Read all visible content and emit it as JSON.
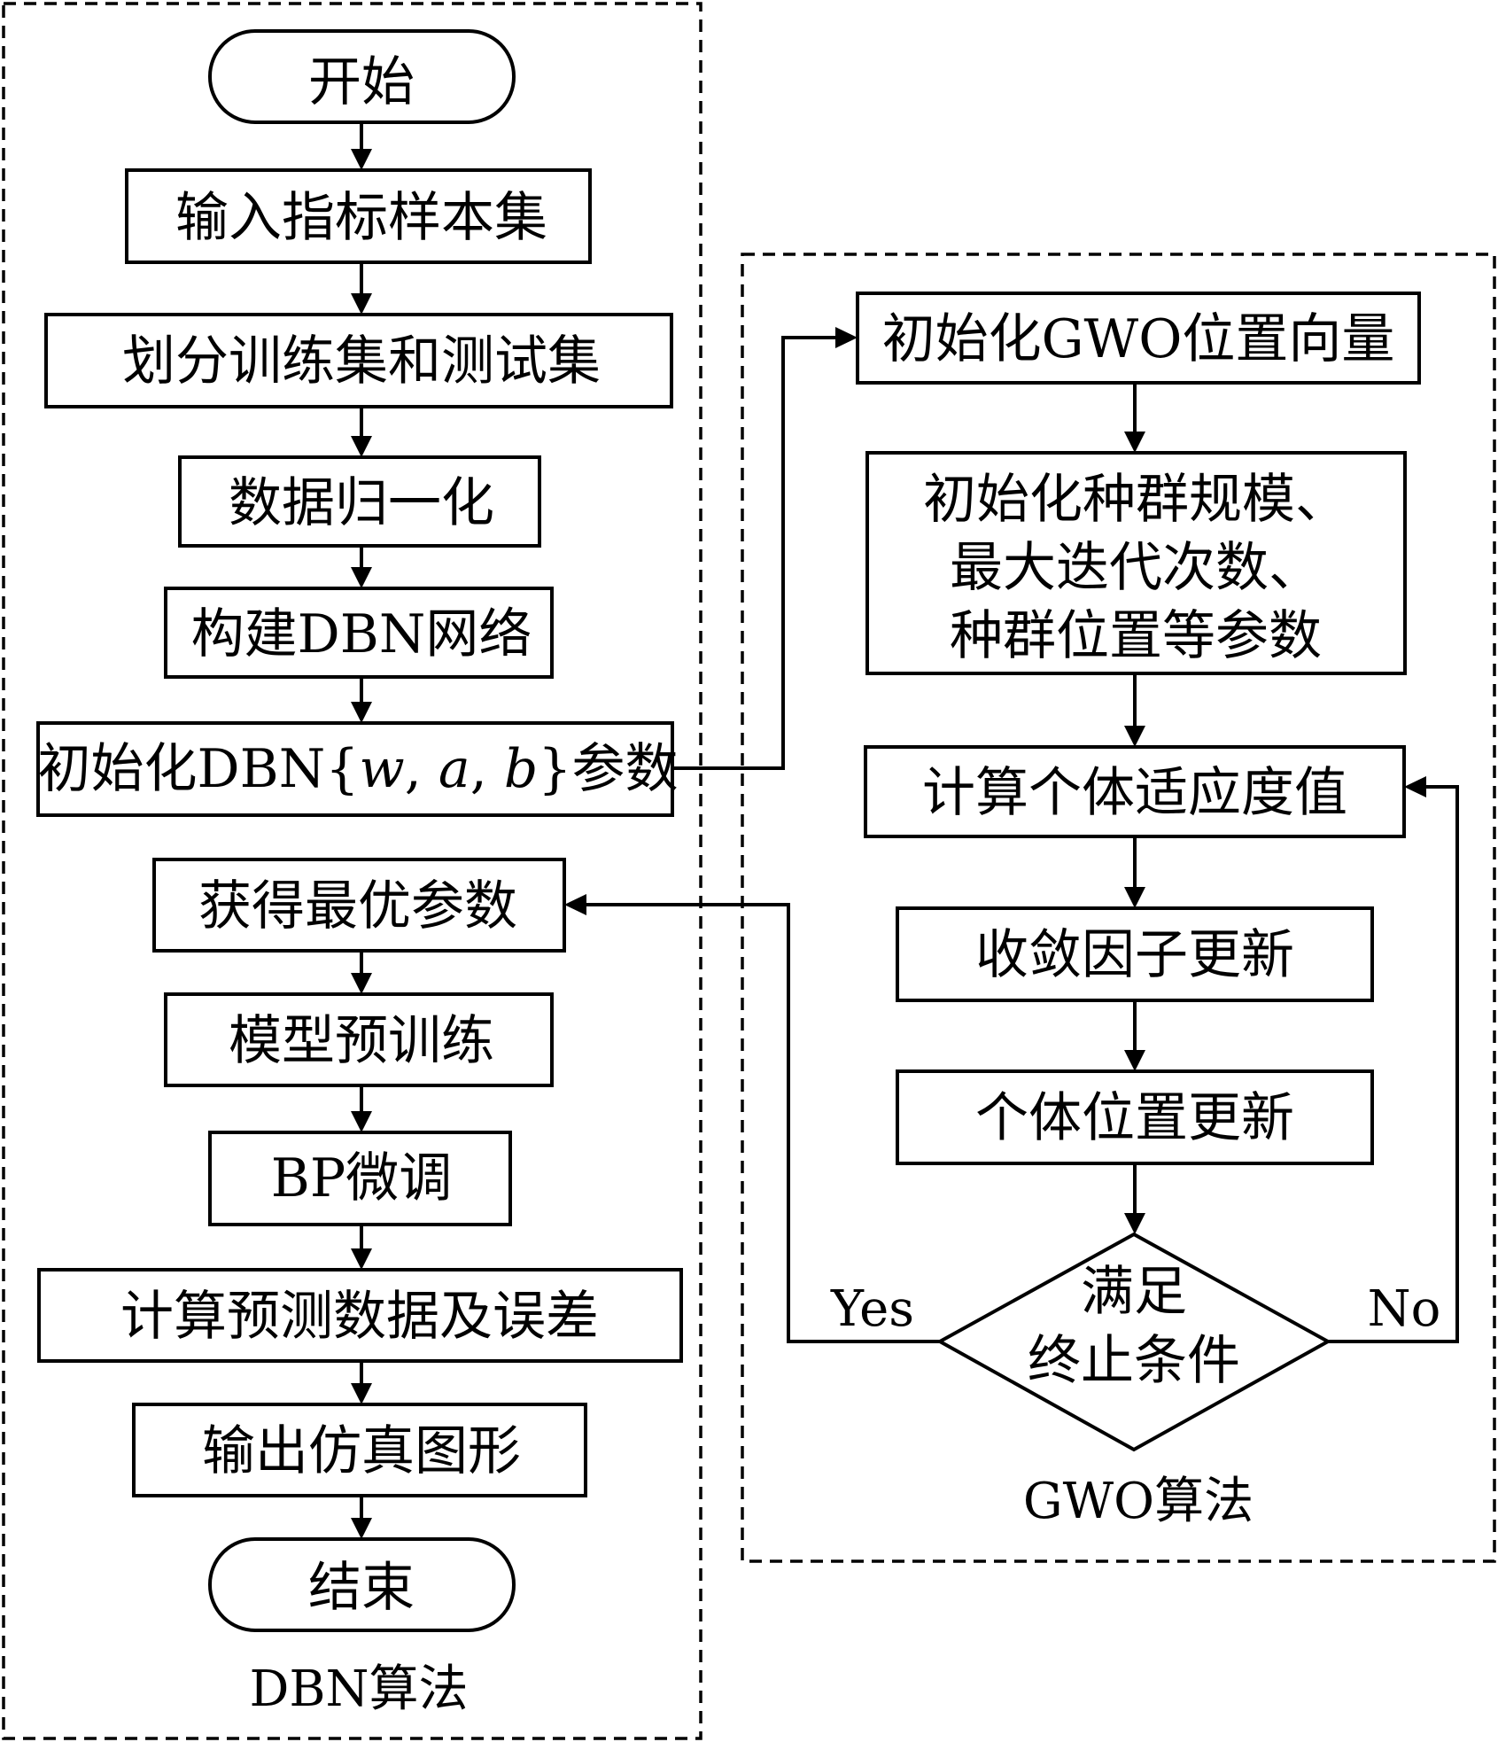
{
  "dbn": {
    "region_label": "DBN算法",
    "start": "开始",
    "input_samples": "输入指标样本集",
    "split_sets": "划分训练集和测试集",
    "normalize": "数据归一化",
    "build_network": "构建DBN网络",
    "init_params_prefix": "初始化DBN{",
    "init_params_w": "w",
    "init_params_sep1": ", ",
    "init_params_a": "a",
    "init_params_sep2": ", ",
    "init_params_b": "b",
    "init_params_suffix": "}参数",
    "get_optimal": "获得最优参数",
    "pretrain": "模型预训练",
    "bp_finetune": "BP微调",
    "compute_error": "计算预测数据及误差",
    "output_graph": "输出仿真图形",
    "end": "结束"
  },
  "gwo": {
    "region_label": "GWO算法",
    "init_position": "初始化GWO位置向量",
    "init_population_lines": [
      "初始化种群规模、",
      "最大迭代次数、",
      "种群位置等参数"
    ],
    "fitness": "计算个体适应度值",
    "convergence_update": "收敛因子更新",
    "position_update": "个体位置更新",
    "condition_lines": [
      "满足",
      "终止条件"
    ],
    "yes": "Yes",
    "no": "No"
  }
}
